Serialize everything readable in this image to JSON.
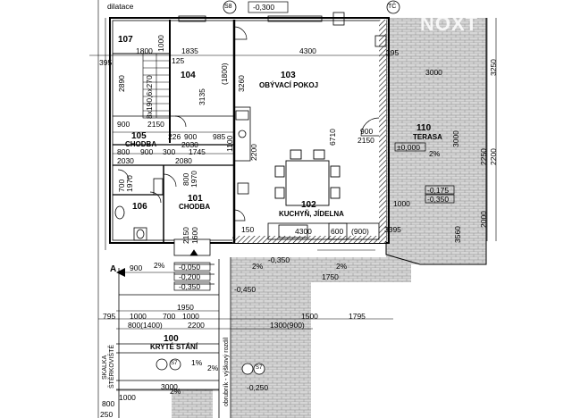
{
  "labels": {
    "dilatace": "dilatace",
    "s8_tag": "S8",
    "tc_tag": "TČ",
    "lvl_top": "-0,300",
    "watermark": "NOXT",
    "room_107": "107",
    "room_104": "104",
    "room_103": "103",
    "name_103": "OBÝVACÍ POKOJ",
    "room_105": "105",
    "name_105": "CHODBA",
    "room_106": "106",
    "room_101": "101",
    "name_101": "CHODBA",
    "room_102": "102",
    "name_102": "KUCHYŇ, JÍDELNA",
    "room_110": "110",
    "name_110": "TERASA",
    "room_100": "100",
    "name_100": "KRYTÉ STÁNÍ",
    "section_a": "A",
    "p_s7": "S7",
    "skalka": "SKALKA",
    "sterkoviste": "ŠTĚRKOVIŠTĚ",
    "obrubnik": "obrubník - výškový rozdíl",
    "lvl_0000": "±0,000",
    "lvl_0175": "-0,175",
    "lvl_0350": "-0,350",
    "lvl_0050": "-0,050",
    "lvl_0200": "-0,200",
    "lvl_0350b": "-0,350",
    "lvl_0350c": "-0,350",
    "lvl_0450": "-0,450",
    "lvl_0250": "-0,250",
    "slope1": "2%",
    "slope2": "2%",
    "slope3": "2%",
    "slope4": "2%",
    "slope5": "2%",
    "slope6": "2%",
    "slope7": "1%"
  },
  "dims": {
    "d4300_top": "4300",
    "d1835": "1835",
    "d1800": "1800",
    "d1000a": "1000",
    "d395a": "395",
    "d395b": "395",
    "d3000a": "3000",
    "d3250": "3250",
    "d125": "125",
    "d2890": "2890",
    "d1700x220": "8x190,6x270",
    "d3135": "3135",
    "d1800v": "(1800)",
    "d3260": "3260",
    "d900a": "900",
    "d2150a": "2150",
    "d900b": "900",
    "d2150b": "2150",
    "d226": "226",
    "d900c": "900",
    "d985": "985",
    "d2030a": "2030",
    "d1100": "1100",
    "d2200": "2200",
    "d6710": "6710",
    "d800a": "800",
    "d900d": "900",
    "d300": "300",
    "d1745": "1745",
    "d2030b": "2030",
    "d2080": "2080",
    "d700": "700",
    "d1970a": "1970",
    "d800b": "800",
    "d1970b": "1970",
    "d2250": "2250",
    "d2200r": "2200",
    "d2000r": "2000",
    "d3000b": "3000",
    "d1000b": "1000",
    "d3395": "3395",
    "d3560": "3560",
    "d150": "150",
    "d4300_bot": "4300",
    "d600": "600",
    "d900e": "(900)",
    "d1600": "1600",
    "d900f": "900",
    "d2150c": "2150",
    "d1950": "1950",
    "d795a": "795",
    "d1000c": "1000",
    "d700b": "700",
    "d1000d": "1000",
    "d1500": "1500",
    "d1795": "1795",
    "d800_1400": "800(1400)",
    "d2200b": "2200",
    "d1300_900": "1300(900)",
    "d1750": "1750",
    "d3000c": "3000",
    "d1000e": "1000",
    "d800c": "800",
    "d250": "250"
  },
  "colors": {
    "line": "#000000",
    "hatch": "#555555",
    "paving": "#d8d8d8"
  }
}
